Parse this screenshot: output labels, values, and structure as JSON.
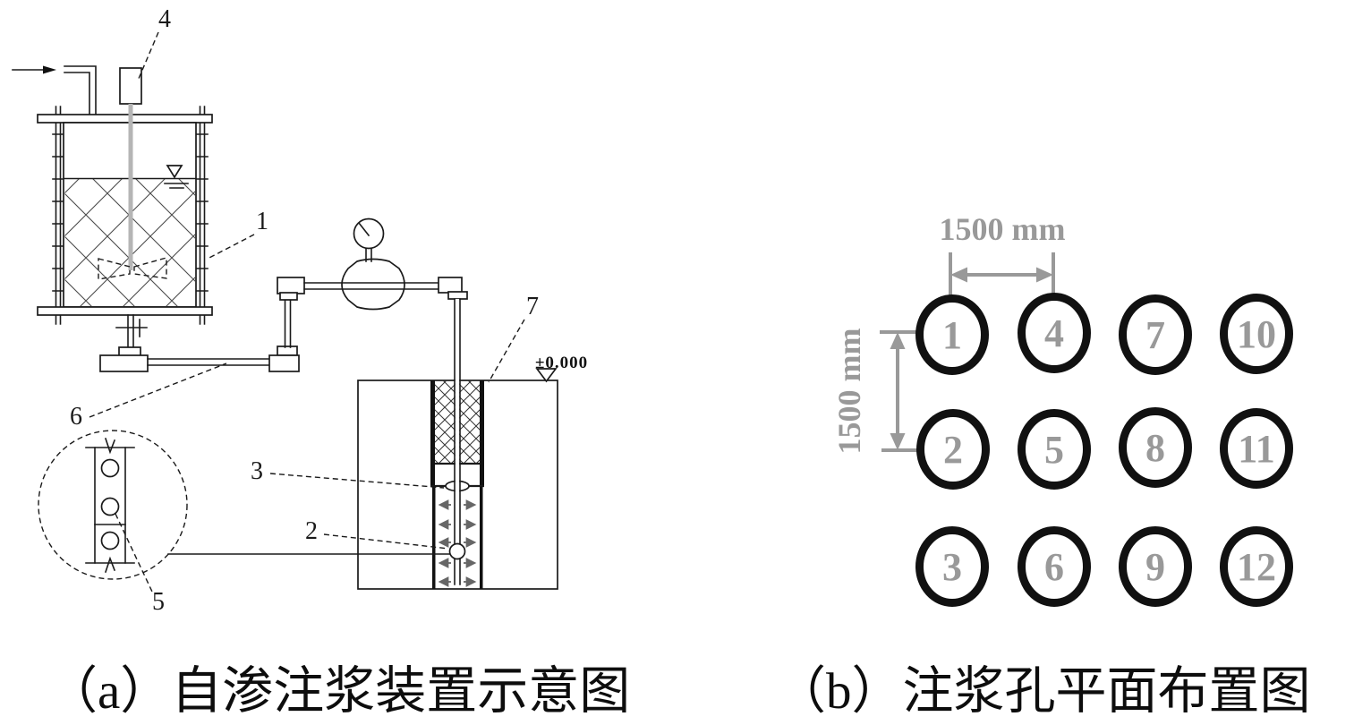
{
  "a": {
    "caption": "（a）自渗注浆装置示意图",
    "ground_elevation": "±0.000",
    "callouts": {
      "c1": "1",
      "c2": "2",
      "c3": "3",
      "c4": "4",
      "c5": "5",
      "c6": "6",
      "c7": "7"
    }
  },
  "b": {
    "caption": "（b）注浆孔平面布置图",
    "h_spacing_label": "1500 mm",
    "v_spacing_label": "1500 mm",
    "rows": [
      [
        "1",
        "4",
        "7",
        "10"
      ],
      [
        "2",
        "5",
        "8",
        "11"
      ],
      [
        "3",
        "6",
        "9",
        "12"
      ]
    ]
  },
  "colors": {
    "line": "#1a1a1a",
    "dimension_gray": "#999999",
    "hole_number_gray": "#999999",
    "seepage_arrow_gray": "#666666",
    "agitator_shaft_gray": "#b5b5b5"
  }
}
